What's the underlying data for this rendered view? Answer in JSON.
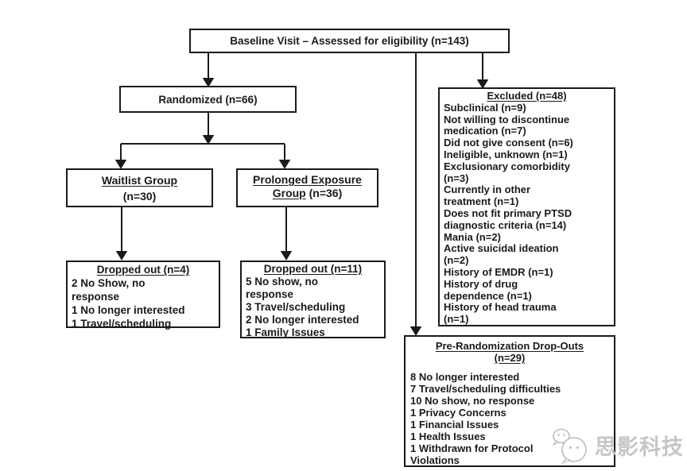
{
  "diagram": {
    "baseline": {
      "label": "Baseline Visit – Assessed for eligibility (n=143)"
    },
    "randomized": {
      "label": "Randomized (n=66)"
    },
    "excluded": {
      "title": "Excluded (n=48)",
      "items": [
        "Subclinical (n=9)",
        "Not willing to discontinue\nmedication (n=7)",
        "Did not give consent (n=6)",
        "Ineligible, unknown (n=1)",
        "Exclusionary comorbidity\n(n=3)",
        "Currently in other\ntreatment (n=1)",
        "Does not fit primary PTSD\ndiagnostic criteria (n=14)",
        "Mania (n=2)",
        "Active suicidal ideation\n(n=2)",
        "History of EMDR (n=1)",
        "History of drug\ndependence (n=1)",
        "History of head trauma\n(n=1)"
      ]
    },
    "waitlist": {
      "title": "Waitlist Group",
      "subtitle": "(n=30)"
    },
    "prolonged_exposure": {
      "title_line1": "Prolonged Exposure",
      "title_line2_underlined": "Group",
      "title_line2_rest": "(n=36)"
    },
    "dropped_waitlist": {
      "title": "Dropped out (n=4)",
      "items": [
        "2 No Show, no\nresponse",
        "1 No longer interested",
        "1 Travel/scheduling"
      ]
    },
    "dropped_pe": {
      "title": "Dropped out (n=11)",
      "items": [
        "5 No show, no\nresponse",
        "3 Travel/scheduling",
        "2 No longer interested",
        "1 Family Issues"
      ]
    },
    "pre_randomization": {
      "title_line1": "Pre-Randomization Drop-Outs",
      "title_line2": "(n=29)",
      "items": [
        "8 No longer interested",
        "7 Travel/scheduling difficulties",
        "10 No show, no response",
        "1 Privacy Concerns",
        "1 Financial Issues",
        "1 Health Issues",
        "1 Withdrawn for Protocol\nViolations"
      ]
    }
  },
  "watermark": {
    "text": "思影科技",
    "icon": "wechat-icon"
  },
  "colors": {
    "line": "#1a1a1a",
    "text": "#1a1a1a",
    "background": "#ffffff",
    "watermark": "#c6c6c6"
  }
}
